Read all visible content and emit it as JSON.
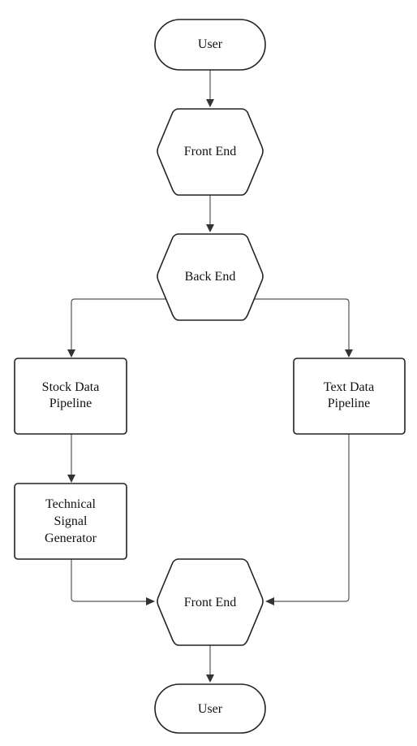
{
  "nodes": {
    "user_top": {
      "lines": [
        "User"
      ]
    },
    "front_end_top": {
      "lines": [
        "Front End"
      ]
    },
    "back_end": {
      "lines": [
        "Back End"
      ]
    },
    "stock_pipeline": {
      "lines": [
        "Stock Data",
        "Pipeline"
      ]
    },
    "text_pipeline": {
      "lines": [
        "Text Data",
        "Pipeline"
      ]
    },
    "technical_signal": {
      "lines": [
        "Technical",
        "Signal",
        "Generator"
      ]
    },
    "front_end_bottom": {
      "lines": [
        "Front End"
      ]
    },
    "user_bottom": {
      "lines": [
        "User"
      ]
    }
  }
}
